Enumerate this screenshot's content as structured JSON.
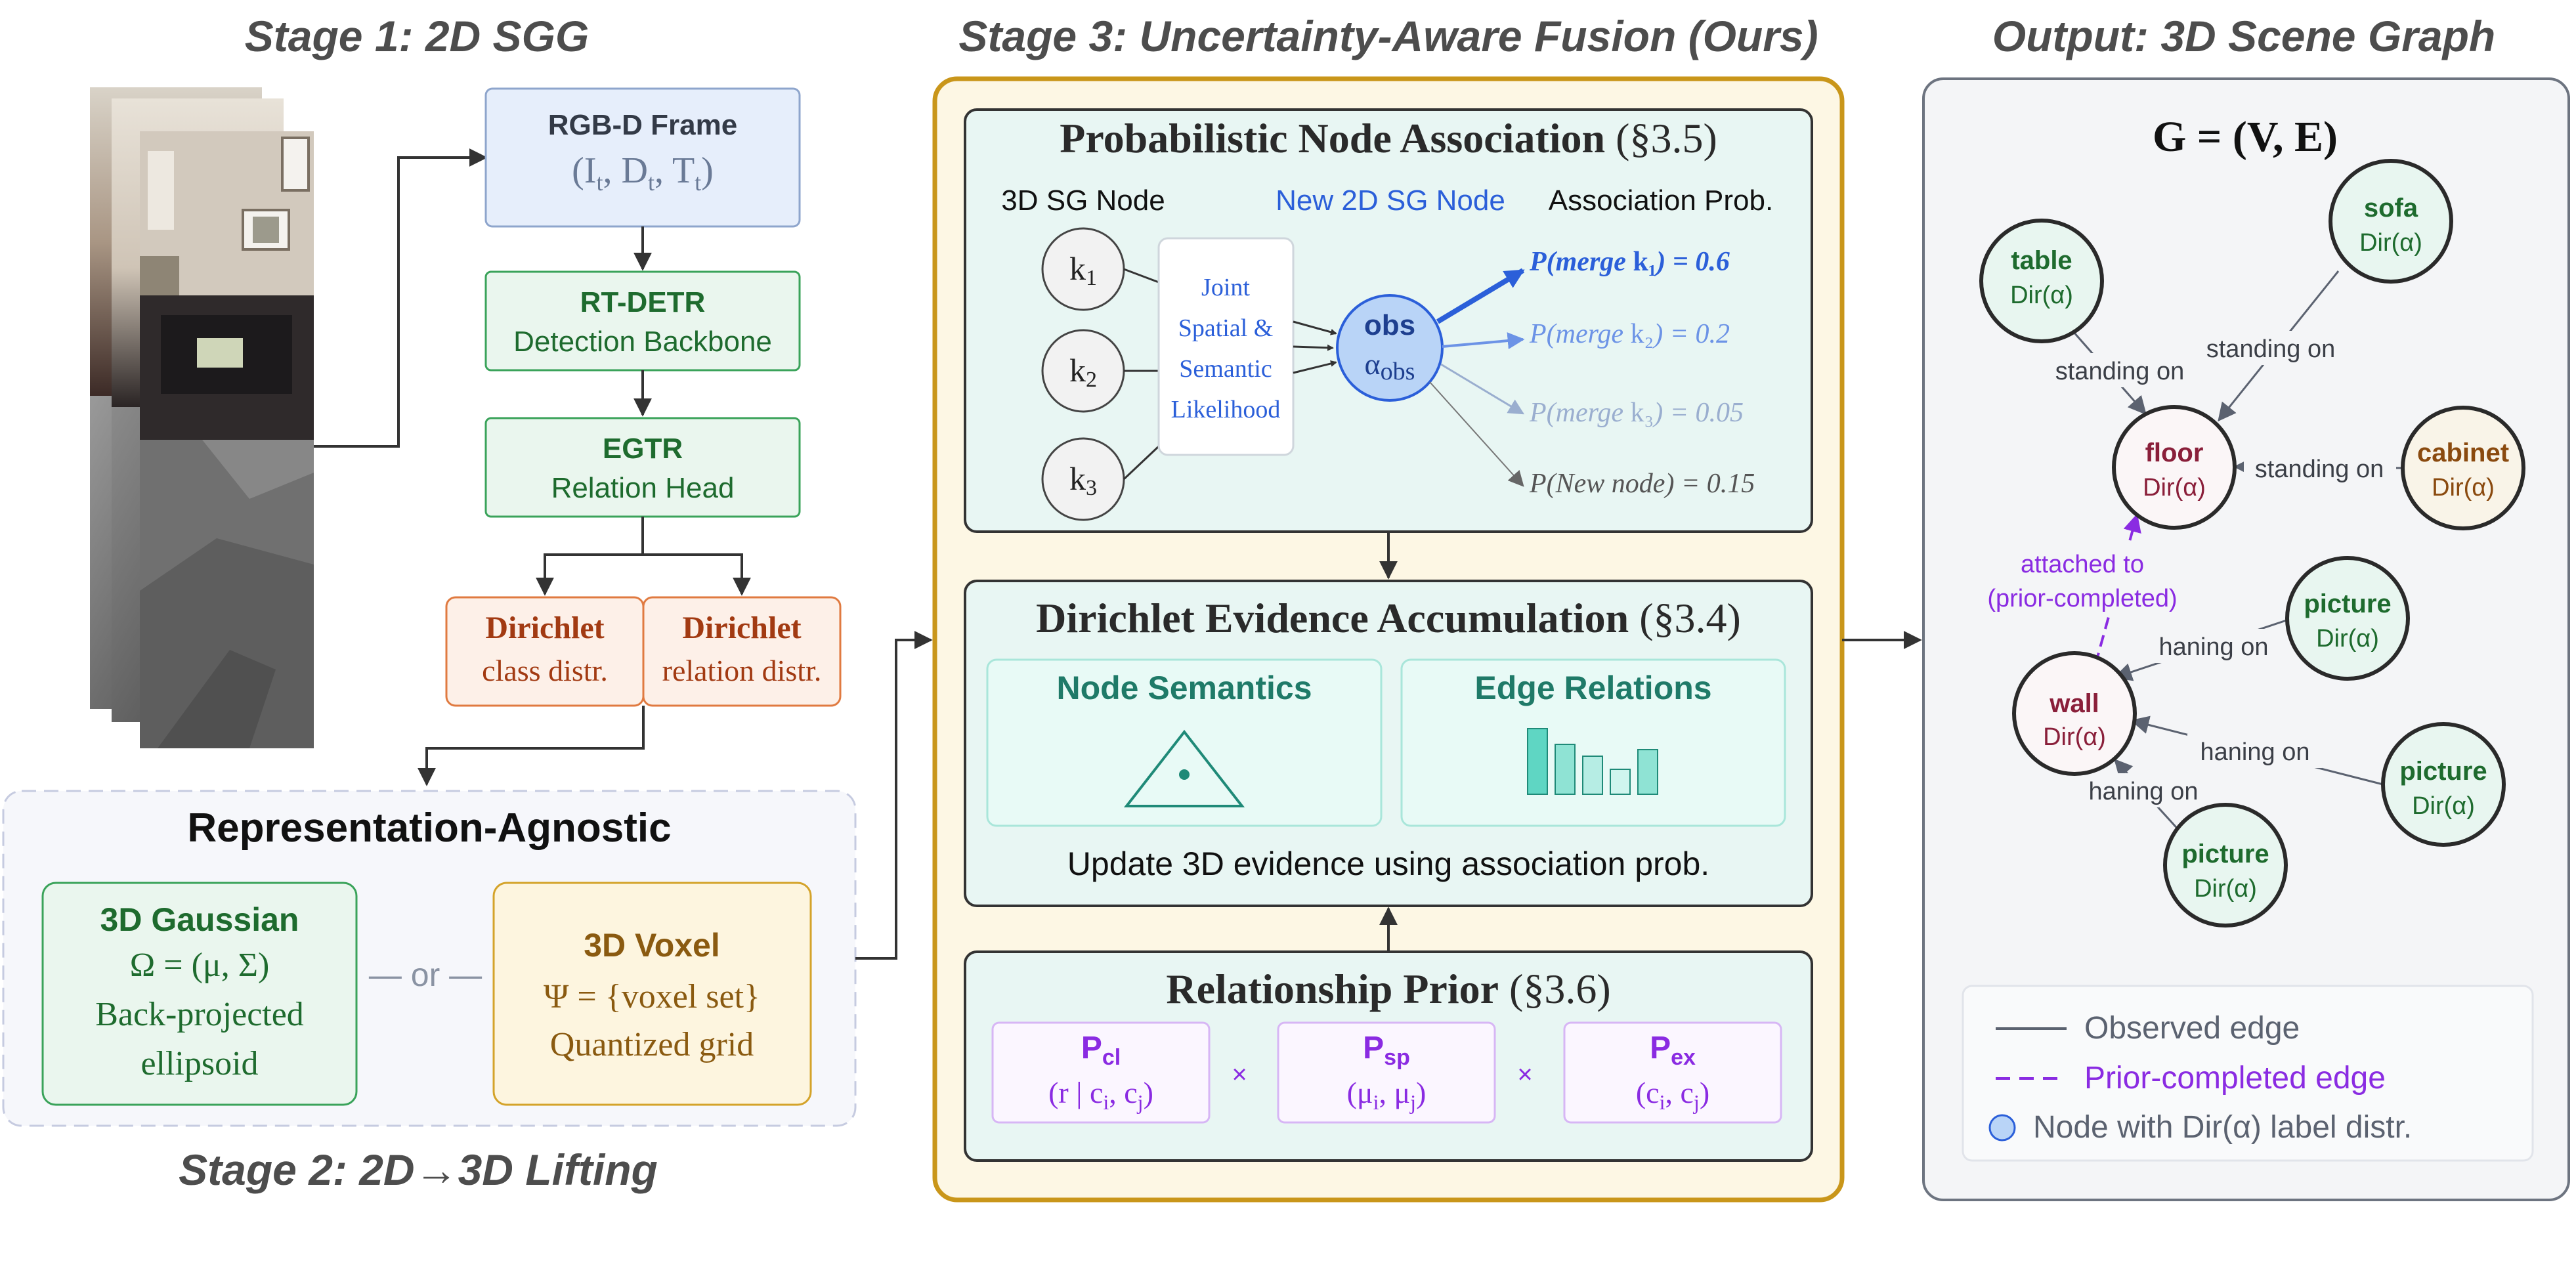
{
  "stage1": {
    "title": "Stage 1: 2D SGG",
    "rgbd": {
      "title": "RGB-D Frame",
      "formula_parts": [
        "(I",
        "t",
        ", D",
        "t",
        ", T",
        "t",
        ")"
      ]
    },
    "rtdetr": {
      "title": "RT-DETR",
      "sub": "Detection Backbone"
    },
    "egtr": {
      "title": "EGTR",
      "sub": "Relation Head"
    },
    "dir_class": {
      "title": "Dirichlet",
      "sub": "class distr."
    },
    "dir_rel": {
      "title": "Dirichlet",
      "sub": "relation distr."
    }
  },
  "stage2": {
    "title": "Stage 2: 2D→3D Lifting",
    "panel_title": "Representation-Agnostic",
    "gaussian": {
      "title": "3D Gaussian",
      "formula": "Ω = (μ, Σ)",
      "line2": "Back-projected",
      "line3": "ellipsoid"
    },
    "or_label": "— or —",
    "voxel": {
      "title": "3D Voxel",
      "formula": "Ψ = {voxel set}",
      "line2": "Quantized grid"
    }
  },
  "stage3": {
    "title": "Stage 3: Uncertainty-Aware Fusion (Ours)",
    "pna": {
      "title": "Probabilistic Node Association",
      "section": "(§3.5)",
      "col_3d": "3D SG Node",
      "col_new": "New 2D SG Node",
      "col_prob": "Association Prob.",
      "k_labels": [
        [
          "k",
          "1"
        ],
        [
          "k",
          "2"
        ],
        [
          "k",
          "3"
        ]
      ],
      "likelihood_lines": [
        "Joint",
        "Spatial &",
        "Semantic",
        "Likelihood"
      ],
      "obs_title": "obs",
      "obs_alpha": [
        "α",
        "obs"
      ],
      "probs": [
        {
          "label": "P(merge ",
          "k": "k₁",
          "val": ") = 0.6",
          "color": "#2b5fd9"
        },
        {
          "label": "P(merge ",
          "k": "k₂",
          "val": ") = 0.2",
          "color": "#6c93e6"
        },
        {
          "label": "P(merge ",
          "k": "k₃",
          "val": ") = 0.05",
          "color": "#9aaecf"
        },
        {
          "label": "P(New node) = 0.15",
          "k": "",
          "val": "",
          "color": "#555555"
        }
      ]
    },
    "dirichlet": {
      "title": "Dirichlet Evidence Accumulation",
      "section": "(§3.4)",
      "node_sem": "Node Semantics",
      "edge_rel": "Edge Relations",
      "bar_levels": [
        1.0,
        0.76,
        0.58,
        0.38,
        0.68
      ],
      "footer": "Update 3D evidence using association prob."
    },
    "prior": {
      "title": "Relationship Prior",
      "section": "(§3.6)",
      "times": "×",
      "terms": [
        {
          "P": "P",
          "sub": "cl",
          "arg": [
            "(r | c",
            "i",
            ", c",
            "j",
            ")"
          ]
        },
        {
          "P": "P",
          "sub": "sp",
          "arg": [
            "(μ",
            "i",
            ", μ",
            "j",
            ")"
          ]
        },
        {
          "P": "P",
          "sub": "ex",
          "arg": [
            "(c",
            "i",
            ", c",
            "j",
            ")"
          ]
        }
      ]
    }
  },
  "output": {
    "title": "Output: 3D Scene Graph",
    "graph_title": "G = (V, E)",
    "nodes": [
      {
        "id": "table",
        "name": "table",
        "dist": "Dir(α)",
        "color": "#1e6b2e"
      },
      {
        "id": "sofa",
        "name": "sofa",
        "dist": "Dir(α)",
        "color": "#1e6b2e"
      },
      {
        "id": "floor",
        "name": "floor",
        "dist": "Dir(α)",
        "color": "#8a1f3a"
      },
      {
        "id": "cabinet",
        "name": "cabinet",
        "dist": "Dir(α)",
        "color": "#8a4a0f"
      },
      {
        "id": "wall",
        "name": "wall",
        "dist": "Dir(α)",
        "color": "#8a1f3a"
      },
      {
        "id": "picture1",
        "name": "picture",
        "dist": "Dir(α)",
        "color": "#1e6b2e"
      },
      {
        "id": "picture2",
        "name": "picture",
        "dist": "Dir(α)",
        "color": "#1e6b2e"
      },
      {
        "id": "picture3",
        "name": "picture",
        "dist": "Dir(α)",
        "color": "#1e6b2e"
      }
    ],
    "edges": [
      {
        "label": "standing on"
      },
      {
        "label": "standing on"
      },
      {
        "label": "standing on"
      },
      {
        "label": "attached to",
        "label2": "(prior-completed)"
      },
      {
        "label": "haning on"
      },
      {
        "label": "haning on"
      },
      {
        "label": "haning on"
      }
    ],
    "legend": {
      "observed": "Observed edge",
      "prior": "Prior-completed edge",
      "node": "Node with Dir(α) label distr."
    }
  },
  "colors": {
    "green_text": "#1e6b2e",
    "rust_text": "#a23a12",
    "brown_text": "#8a5a10",
    "purple": "#8a2be2",
    "blue": "#2b5fd9",
    "teal": "#1f8a78",
    "gold_border": "#c9961a"
  }
}
